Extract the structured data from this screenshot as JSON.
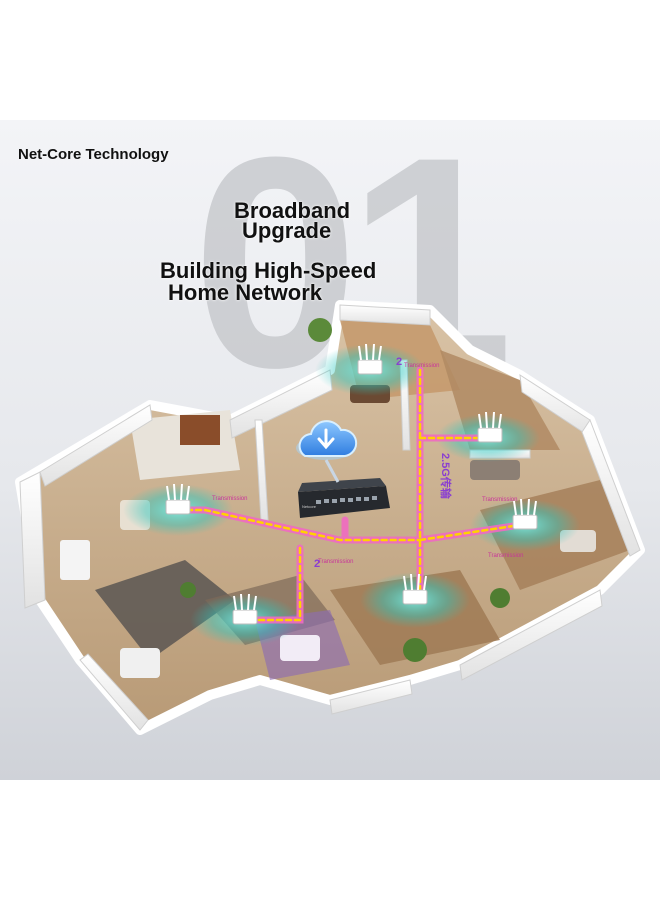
{
  "brand": "Net-Core Technology",
  "background_numeral": "01",
  "headline": {
    "line1": "Broadband",
    "line2": "Upgrade",
    "line3": "Building High-Speed",
    "line4": "Home Network"
  },
  "link_labels": {
    "transmission": "Transmission",
    "marker": "2",
    "vertical": "2.5G传输"
  },
  "switch_label": "Netcore"
}
